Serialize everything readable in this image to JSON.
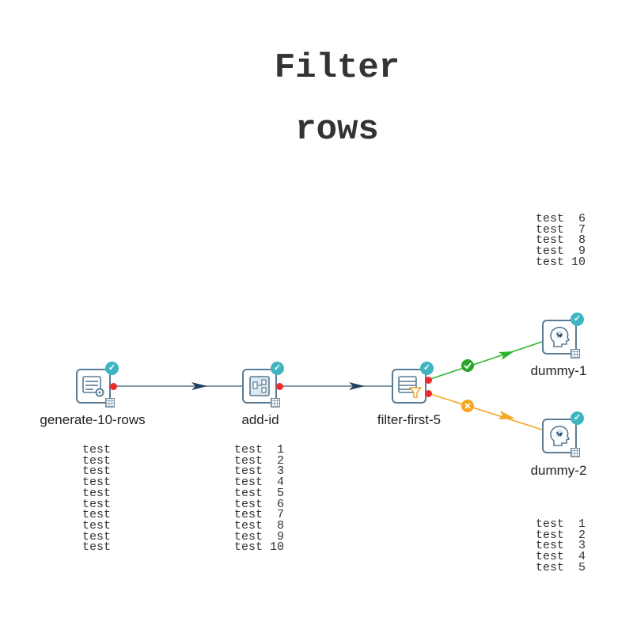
{
  "title": {
    "line1": "Filter",
    "line2": "rows"
  },
  "nodes": {
    "generate": {
      "label": "generate-10-rows",
      "icon": "generate-rows-icon"
    },
    "add_id": {
      "label": "add-id",
      "icon": "add-sequence-icon"
    },
    "filter": {
      "label": "filter-first-5",
      "icon": "filter-rows-icon"
    },
    "dummy1": {
      "label": "dummy-1",
      "icon": "dummy-head-icon"
    },
    "dummy2": {
      "label": "dummy-2",
      "icon": "dummy-head-icon"
    }
  },
  "status_badge": "✓",
  "hops": {
    "true_glyph": "✓",
    "false_glyph": "×",
    "colors": {
      "normal": "#1f3f5f",
      "true": "#2db52d",
      "false": "#f4a623"
    }
  },
  "outputs": {
    "generate": [
      "test",
      "test",
      "test",
      "test",
      "test",
      "test",
      "test",
      "test",
      "test",
      "test"
    ],
    "add_id": [
      "test  1",
      "test  2",
      "test  3",
      "test  4",
      "test  5",
      "test  6",
      "test  7",
      "test  8",
      "test  9",
      "test 10"
    ],
    "dummy1": [
      "test  6",
      "test  7",
      "test  8",
      "test  9",
      "test 10"
    ],
    "dummy2": [
      "test  1",
      "test  2",
      "test  3",
      "test  4",
      "test  5"
    ]
  }
}
